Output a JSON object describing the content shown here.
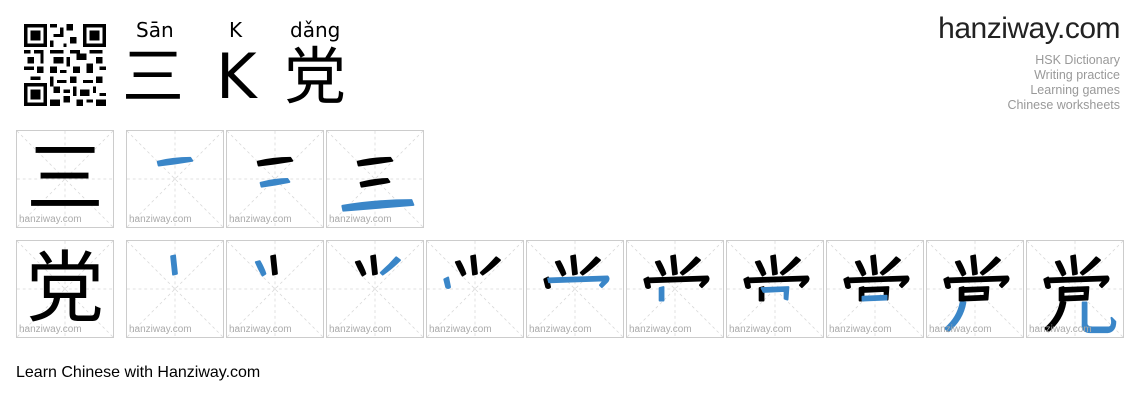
{
  "header": {
    "syllables": [
      {
        "pinyin": "Sān",
        "hanzi": "三"
      },
      {
        "pinyin": "K",
        "hanzi": "K"
      },
      {
        "pinyin": "dǎng",
        "hanzi": "党"
      }
    ]
  },
  "brand": {
    "logo_main": "hanziway",
    "logo_suffix": ".com",
    "links": [
      "HSK Dictionary",
      "Writing practice",
      "Learning games",
      "Chinese worksheets"
    ]
  },
  "watermark": "hanziway.com",
  "rows": [
    {
      "character": "三",
      "stroke_count": 3
    },
    {
      "character": "党",
      "stroke_count": 10
    }
  ],
  "footer": "Learn Chinese with Hanziway.com",
  "colors": {
    "stroke_current": "#3a86c8",
    "stroke_done": "#000000",
    "grid_line": "#cccccc"
  }
}
